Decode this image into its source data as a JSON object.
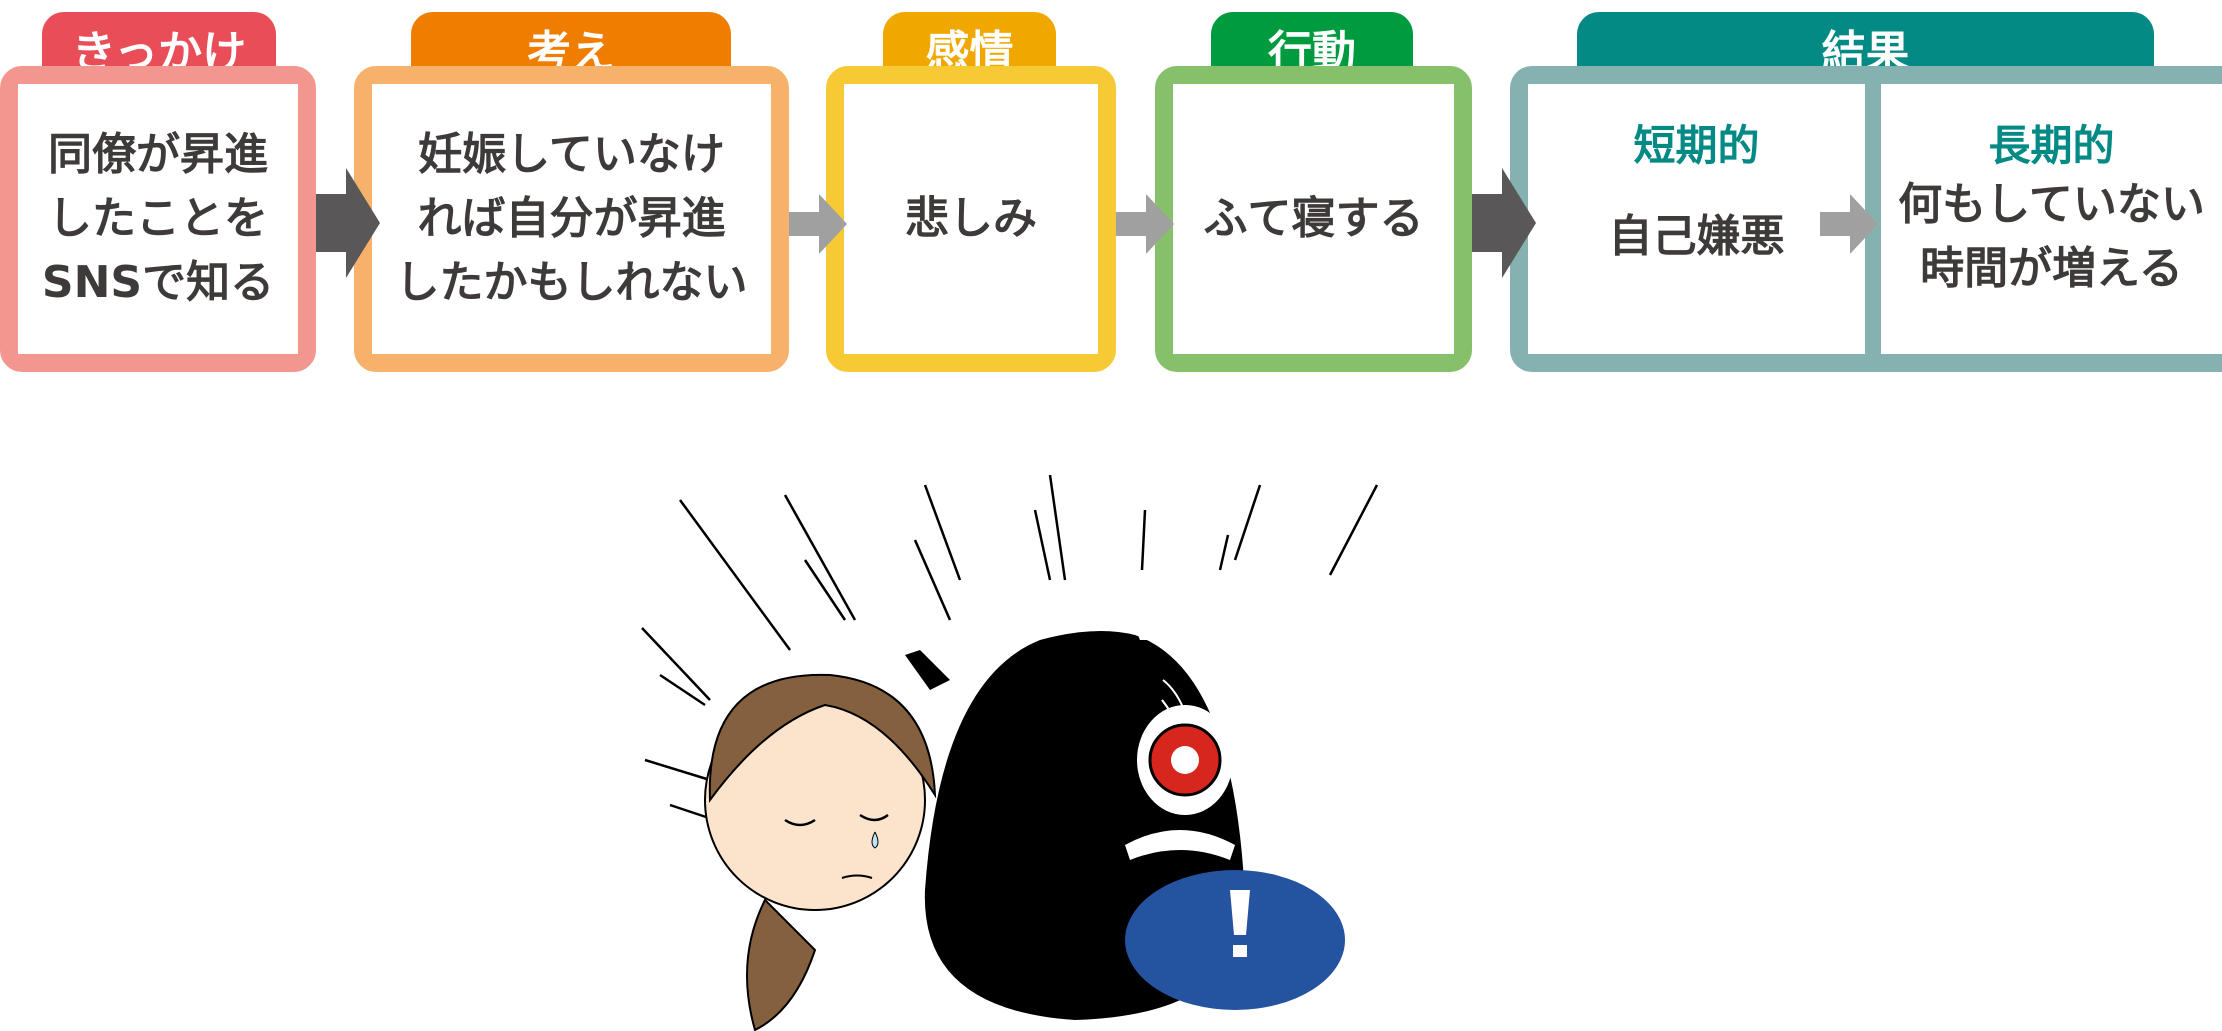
{
  "steps": [
    {
      "label": "きっかけ",
      "text": "同僚が昇進\nしたことを\nSNSで知る",
      "color": "#e94d58",
      "border": "#f2968f"
    },
    {
      "label": "考え",
      "text": "妊娠していなけ\nれば自分が昇進\nしたかもしれない",
      "color": "#ef7d00",
      "border": "#f6b26b"
    },
    {
      "label": "感情",
      "text": "悲しみ",
      "color": "#f0a800",
      "border": "#f6c935"
    },
    {
      "label": "行動",
      "text": "ふて寝する",
      "color": "#009b3e",
      "border": "#87c06b"
    },
    {
      "label": "結果",
      "color": "#048a84",
      "border": "#85b2b0",
      "short_term": {
        "label": "短期的",
        "text": "自己嫌悪"
      },
      "long_term": {
        "label": "長期的",
        "text": "何もしていない\n時間が増える"
      }
    }
  ],
  "colors": {
    "dark_arrow": "#595757",
    "light_arrow": "#a0a0a0",
    "monster_body": "#000000",
    "monster_belly": "#2453a0",
    "monster_eye": "#d7261e"
  }
}
